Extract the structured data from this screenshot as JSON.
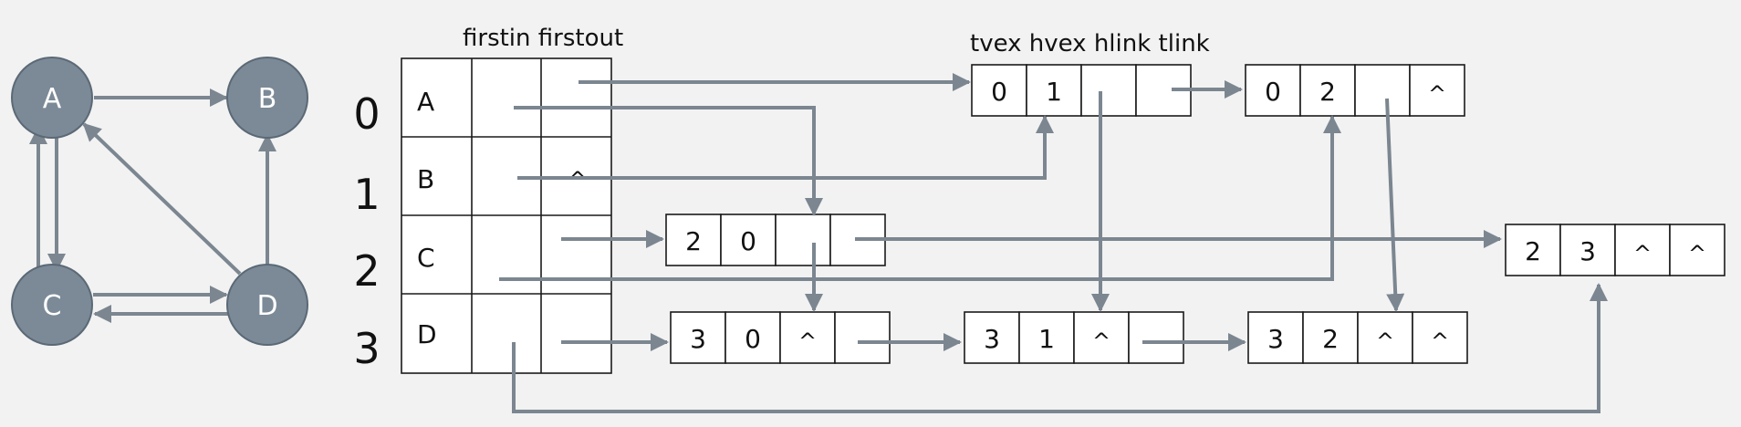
{
  "colors": {
    "background": "#f2f2f2",
    "node_fill": "#7b8a96",
    "arrow": "#7b8690"
  },
  "graph": {
    "nodes": [
      "A",
      "B",
      "C",
      "D"
    ]
  },
  "headers": {
    "vertex_table": "firstin firstout",
    "arc_node": "tvex hvex hlink tlink"
  },
  "vertex_table": {
    "indices": [
      "0",
      "1",
      "2",
      "3"
    ],
    "rows": [
      {
        "data": "A",
        "firstin": "",
        "firstout": ""
      },
      {
        "data": "B",
        "firstin": "",
        "firstout": "^"
      },
      {
        "data": "C",
        "firstin": "",
        "firstout": ""
      },
      {
        "data": "D",
        "firstin": "",
        "firstout": ""
      }
    ]
  },
  "arc_nodes": [
    {
      "id": "arc01",
      "cells": [
        "0",
        "1",
        "",
        ""
      ]
    },
    {
      "id": "arc02",
      "cells": [
        "0",
        "2",
        "",
        "^"
      ]
    },
    {
      "id": "arc20",
      "cells": [
        "2",
        "0",
        "",
        ""
      ]
    },
    {
      "id": "arc23",
      "cells": [
        "2",
        "3",
        "^",
        "^"
      ]
    },
    {
      "id": "arc30",
      "cells": [
        "3",
        "0",
        "^",
        ""
      ]
    },
    {
      "id": "arc31",
      "cells": [
        "3",
        "1",
        "^",
        ""
      ]
    },
    {
      "id": "arc32",
      "cells": [
        "3",
        "2",
        "^",
        "^"
      ]
    }
  ]
}
